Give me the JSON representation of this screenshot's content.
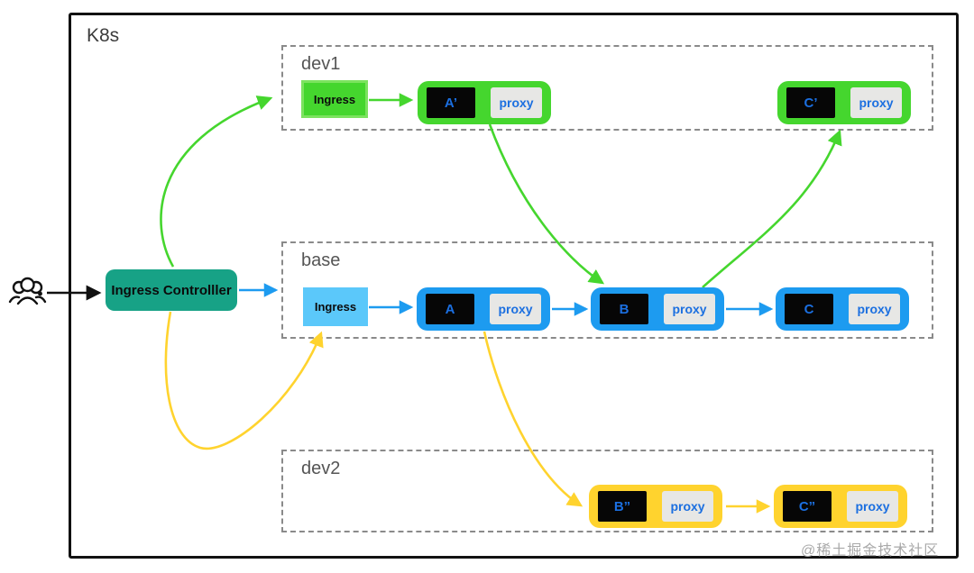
{
  "frame": {
    "title": "K8s",
    "watermark": "@稀土掘金技术社区"
  },
  "controller": {
    "label": "Ingress Controlller"
  },
  "groups": {
    "dev1": {
      "label": "dev1"
    },
    "base": {
      "label": "base"
    },
    "dev2": {
      "label": "dev2"
    }
  },
  "nodes": {
    "dev1_ingress": {
      "label": "Ingress"
    },
    "base_ingress": {
      "label": "Ingress"
    },
    "a_prime": {
      "label": "A’",
      "proxy_label": "proxy"
    },
    "c_prime": {
      "label": "C’",
      "proxy_label": "proxy"
    },
    "a": {
      "label": "A",
      "proxy_label": "proxy"
    },
    "b": {
      "label": "B",
      "proxy_label": "proxy"
    },
    "c": {
      "label": "C",
      "proxy_label": "proxy"
    },
    "b_double": {
      "label": "B”",
      "proxy_label": "proxy"
    },
    "c_double": {
      "label": "C”",
      "proxy_label": "proxy"
    }
  },
  "icons": {
    "users": "users-icon"
  },
  "colors": {
    "green": "#45d62e",
    "blue": "#1d9bf0",
    "light_blue": "#5bc8fa",
    "teal": "#17a286",
    "yellow": "#ffd32e",
    "label_blue": "#1b6fe0",
    "proxy_gray": "#e7e7e5"
  }
}
